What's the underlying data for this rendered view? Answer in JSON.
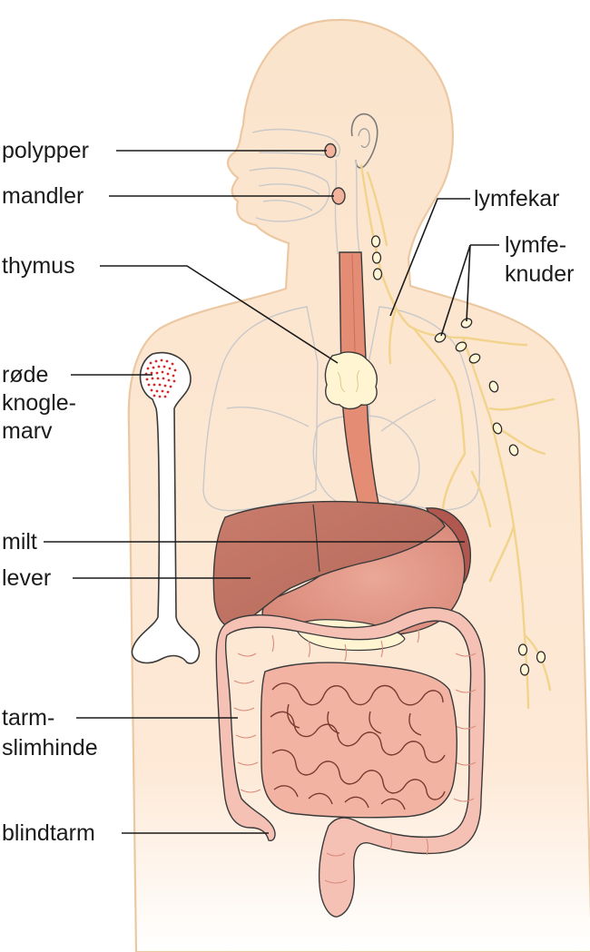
{
  "labels": {
    "polypper": "polypper",
    "mandler": "mandler",
    "thymus": "thymus",
    "rode_line1": "røde",
    "rode_line2": "knogle-",
    "rode_line3": "marv",
    "milt": "milt",
    "lever": "lever",
    "tarm_line1": "tarm-",
    "tarm_line2": "slimhinde",
    "blindtarm": "blindtarm",
    "lymfekar": "lymfekar",
    "lymfe_line1": "lymfe-",
    "lymfe_line2": "knuder"
  },
  "colors": {
    "skin": "#fbe4cc",
    "skin_outline": "#ecc8a2",
    "esophagus": "#e58c75",
    "liver": "#bf7364",
    "stomach": "#e5a090",
    "intestine": "#f3b3a3",
    "colon": "#f6c1b5",
    "lymph": "#f2d38c",
    "marrow": "#d42a2a"
  }
}
